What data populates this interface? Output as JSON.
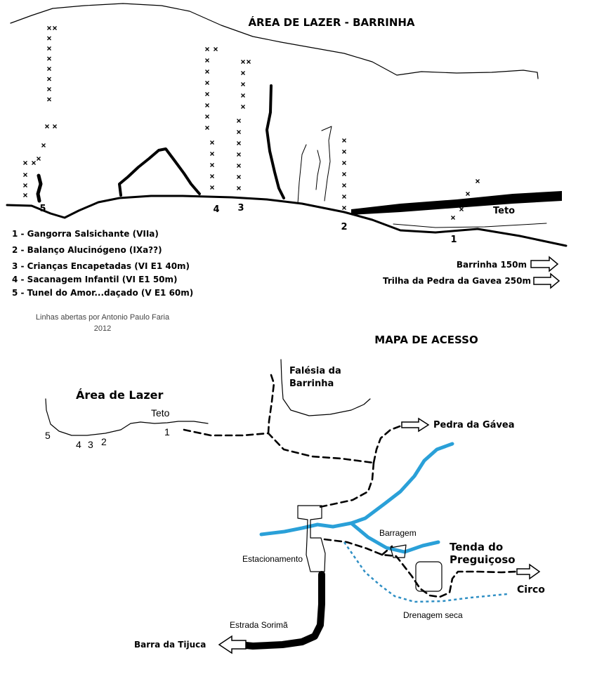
{
  "topo": {
    "title": "ÁREA DE LAZER - BARRINHA",
    "route_numbers": [
      "5",
      "4",
      "3",
      "2",
      "1"
    ],
    "teto": "Teto",
    "legend": [
      "1 - Gangorra Salsichante (VIIa)",
      "2 - Balanço Alucinógeno (IXa??)",
      "3 - Crianças Encapetadas (VI E1 40m)",
      "4 - Sacanagem Infantil (VI E1 50m)",
      "5 - Tunel do Amor...daçado (V E1 60m)"
    ],
    "directions": [
      "Barrinha 150m",
      "Trilha da Pedra da Gavea 250m"
    ],
    "credit_line1": "Linhas abertas por Antonio Paulo Faria",
    "credit_line2": "2012"
  },
  "map": {
    "title": "MAPA DE ACESSO",
    "area_label": "Área de Lazer",
    "teto": "Teto",
    "route_numbers": [
      "5",
      "4",
      "3",
      "2",
      "1"
    ],
    "falesia_line1": "Falésia da",
    "falesia_line2": "Barrinha",
    "pedra_gavea": "Pedra da Gávea",
    "barragem": "Barragem",
    "tenda_line1": "Tenda do",
    "tenda_line2": "Preguiçoso",
    "estacionamento": "Estacionamento",
    "circo": "Circo",
    "estrada": "Estrada Sorimã",
    "drenagem": "Drenagem seca",
    "barra": "Barra da Tijuca"
  },
  "colors": {
    "river": "#2aa0d8",
    "drain": "#2f8fc4",
    "ink": "#000000"
  },
  "icons": [
    "right-arrow-icon",
    "left-arrow-icon"
  ]
}
